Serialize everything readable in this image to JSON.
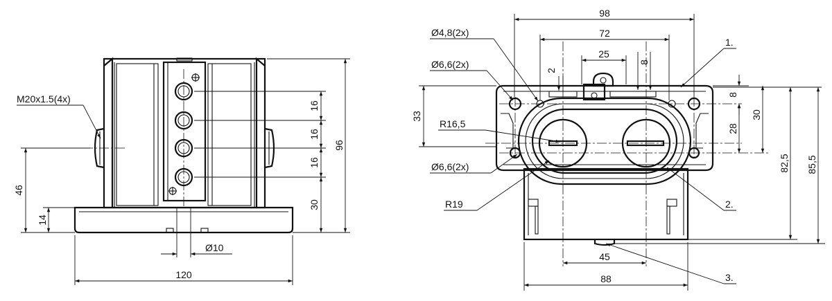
{
  "left_view": {
    "thread_label": "M20x1.5(4x)",
    "dim_width": "120",
    "dim_height_total": "96",
    "dim_center_height": "46",
    "dim_base_height": "14",
    "dim_hole_diameter": "Ø10",
    "dim_pitch_1": "16",
    "dim_pitch_2": "16",
    "dim_pitch_3": "16",
    "dim_bottom_hole": "30"
  },
  "right_view": {
    "dim_top_98": "98",
    "dim_72": "72",
    "dim_25": "25",
    "dim_2": "2",
    "dim_8_top": "8",
    "dim_hole_48": "Ø4,8(2x)",
    "dim_hole_66_top": "Ø6,6(2x)",
    "dim_hole_66_bottom": "Ø6,6(2x)",
    "dim_r165": "R16,5",
    "dim_r19": "R19",
    "dim_33": "33",
    "dim_8_right": "8",
    "dim_28": "28",
    "dim_30": "30",
    "dim_825": "82,5",
    "dim_855": "85,5",
    "dim_45": "45",
    "dim_88": "88",
    "callout_1": "1.",
    "callout_2": "2.",
    "callout_3": "3."
  }
}
